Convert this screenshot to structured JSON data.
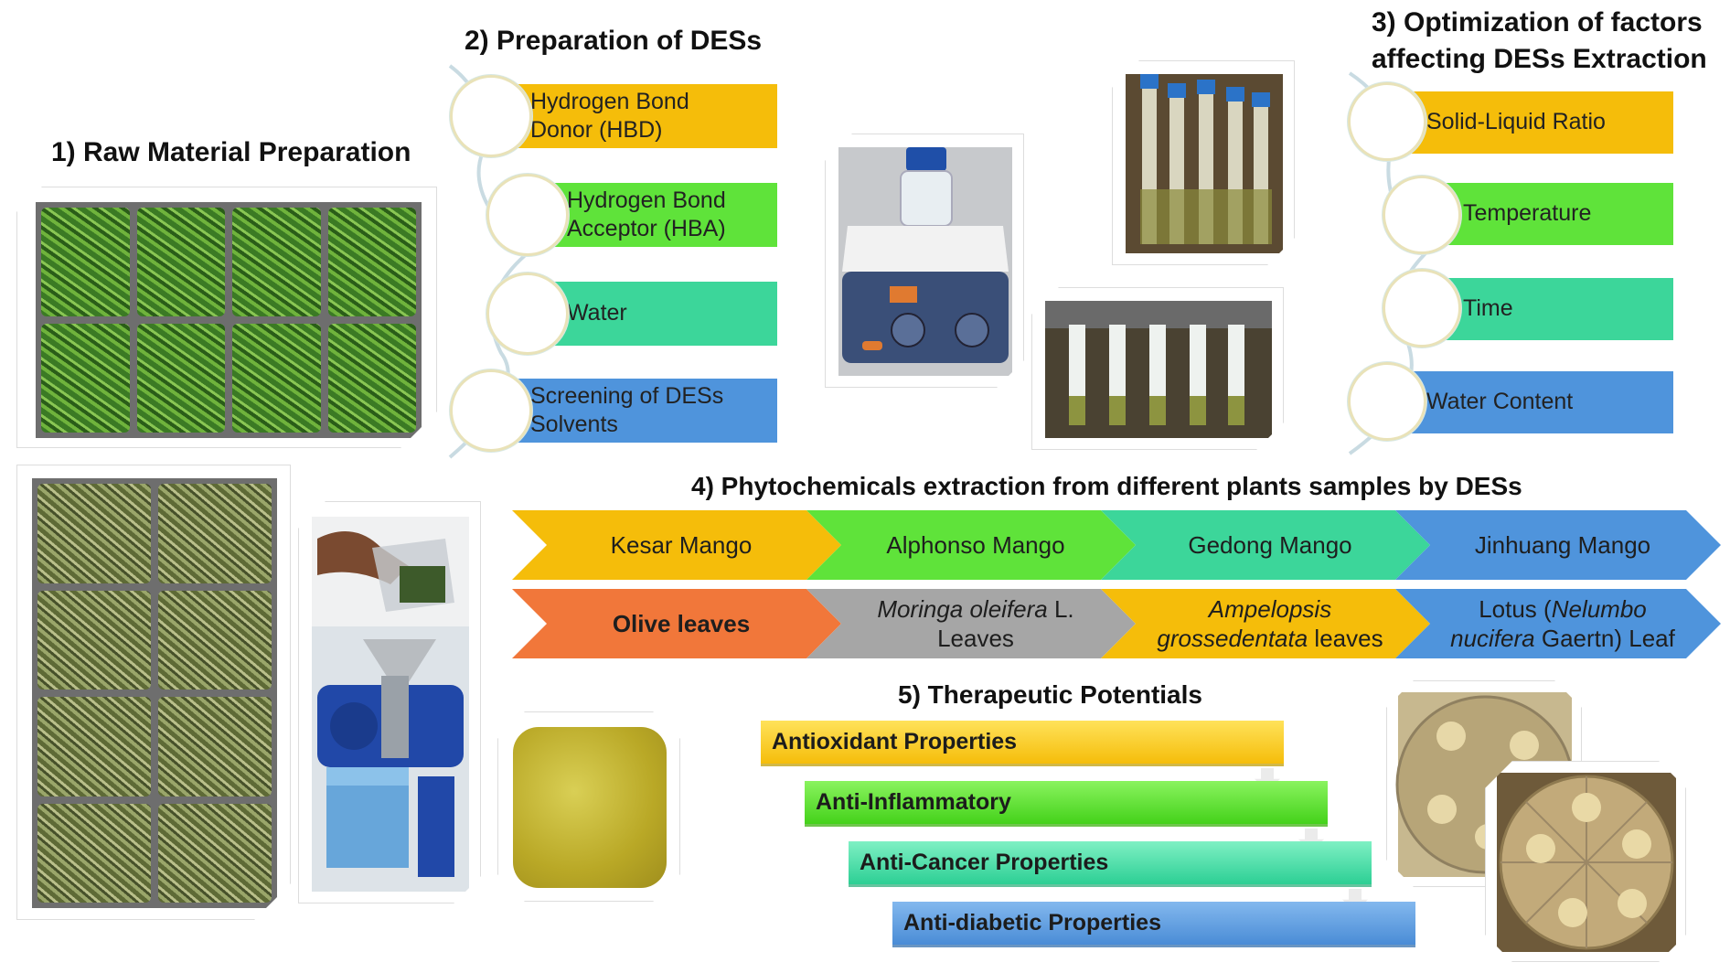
{
  "section1": {
    "title": "1) Raw Material Preparation"
  },
  "section2": {
    "title": "2) Preparation  of DESs",
    "items": [
      {
        "label_line1": "Hydrogen Bond",
        "label_line2": "Donor (HBD)",
        "color": "#f5bd0a"
      },
      {
        "label_line1": "Hydrogen Bond",
        "label_line2": "Acceptor (HBA)",
        "color": "#5fe33a"
      },
      {
        "label_line1": "Water",
        "label_line2": "",
        "color": "#3cd69a"
      },
      {
        "label_line1": "Screening of DESs",
        "label_line2": "Solvents",
        "color": "#4f94dc"
      }
    ]
  },
  "section3": {
    "title_line1": "3) Optimization  of factors",
    "title_line2": "affecting DESs Extraction",
    "items": [
      {
        "label": "Solid-Liquid Ratio",
        "color": "#f5bd0a"
      },
      {
        "label": "Temperature",
        "color": "#5fe33a"
      },
      {
        "label": "Time",
        "color": "#3cd69a"
      },
      {
        "label": "Water Content",
        "color": "#4f94dc"
      }
    ]
  },
  "section4": {
    "title": "4) Phytochemicals  extraction  from  different  plants samples  by DESs",
    "row1": [
      {
        "label": "Kesar Mango",
        "color": "#f5bd0a"
      },
      {
        "label": "Alphonso Mango",
        "color": "#5fe33a"
      },
      {
        "label": "Gedong Mango",
        "color": "#3cd69a"
      },
      {
        "label": "Jinhuang Mango",
        "color": "#4f94dc"
      }
    ],
    "row2": [
      {
        "part1": "Olive leaves",
        "color": "#f1773a"
      },
      {
        "italic1": "Moringa oleifera",
        "part1": " L.",
        "part2": "Leaves",
        "color": "#a6a6a6"
      },
      {
        "italic1": "Ampelopsis",
        "italic2": "grossedentata",
        "part2": " leaves",
        "color": "#f5bd0a"
      },
      {
        "part1": "Lotus (",
        "italic1": "Nelumbo",
        "italic2": "nucifera",
        "part2": " Gaertn) Leaf",
        "color": "#4f94dc"
      }
    ]
  },
  "section5": {
    "title": "5) Therapeutic  Potentials",
    "items": [
      {
        "label": "Antioxidant Properties"
      },
      {
        "label": "Anti-Inflammatory"
      },
      {
        "label": "Anti-Cancer Properties"
      },
      {
        "label": "Anti-diabetic Properties"
      }
    ]
  },
  "colors": {
    "yellow": "#f5bd0a",
    "green": "#5fe33a",
    "teal": "#3cd69a",
    "blue": "#4f94dc",
    "orange": "#f1773a",
    "gray": "#a6a6a6"
  },
  "icons": [
    "fresh-leaves-photo",
    "dried-leaves-photo",
    "grinder-photo",
    "powder-photo",
    "stirrer-photo",
    "tubes-photo",
    "petri-dish-photo"
  ]
}
